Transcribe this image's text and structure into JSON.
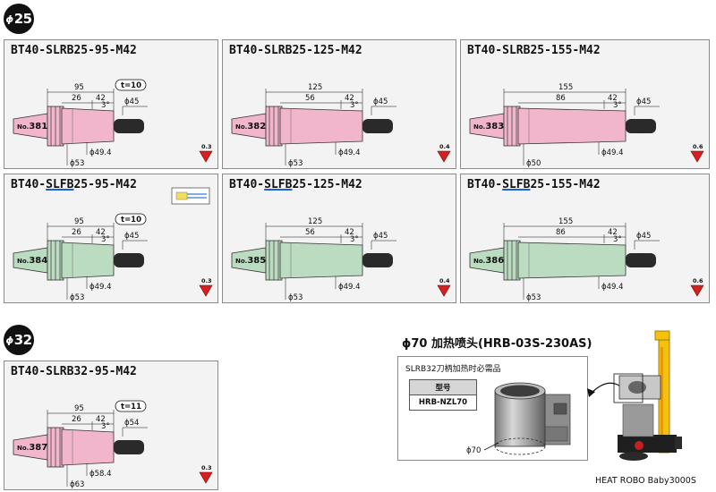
{
  "sections": [
    {
      "badge_symbol": "ϕ",
      "badge_value": "25"
    },
    {
      "badge_symbol": "ϕ",
      "badge_value": "32"
    }
  ],
  "holders": [
    {
      "title_pre": "BT40-SLRB25-95-M42",
      "title_ul": "",
      "title_post": "",
      "color": "pink",
      "no_prefix": "No.",
      "no_num": "381",
      "total": "95",
      "d1": "26",
      "d2": "42",
      "angle": "3°",
      "t": "t=10",
      "dia_a": "ϕ53",
      "dia_b": "ϕ49.4",
      "dia_tip": "ϕ45",
      "rate": "0.3"
    },
    {
      "title_pre": "BT40-SLRB25-125-M42",
      "title_ul": "",
      "title_post": "",
      "color": "pink",
      "no_prefix": "No.",
      "no_num": "382",
      "total": "125",
      "d1": "56",
      "d2": "42",
      "angle": "3°",
      "t": "",
      "dia_a": "ϕ53",
      "dia_b": "ϕ49.4",
      "dia_tip": "ϕ45",
      "rate": "0.4"
    },
    {
      "title_pre": "BT40-SLRB25-155-M42",
      "title_ul": "",
      "title_post": "",
      "color": "pink",
      "no_prefix": "No.",
      "no_num": "383",
      "total": "155",
      "d1": "86",
      "d2": "42",
      "angle": "3°",
      "t": "",
      "dia_a": "ϕ50",
      "dia_b": "ϕ49.4",
      "dia_tip": "ϕ45",
      "rate": "0.6"
    },
    {
      "title_pre": "BT40-",
      "title_ul": "SLFB",
      "title_post": "25-95-M42",
      "color": "green",
      "no_prefix": "No.",
      "no_num": "384",
      "total": "95",
      "d1": "26",
      "d2": "42",
      "angle": "3°",
      "t": "t=10",
      "dia_a": "ϕ53",
      "dia_b": "ϕ49.4",
      "dia_tip": "ϕ45",
      "rate": "0.3"
    },
    {
      "title_pre": "BT40-",
      "title_ul": "SLFB",
      "title_post": "25-125-M42",
      "color": "green",
      "no_prefix": "No.",
      "no_num": "385",
      "total": "125",
      "d1": "56",
      "d2": "42",
      "angle": "3°",
      "t": "",
      "dia_a": "ϕ53",
      "dia_b": "ϕ49.4",
      "dia_tip": "ϕ45",
      "rate": "0.4"
    },
    {
      "title_pre": "BT40-",
      "title_ul": "SLFB",
      "title_post": "25-155-M42",
      "color": "green",
      "no_prefix": "No.",
      "no_num": "386",
      "total": "155",
      "d1": "86",
      "d2": "42",
      "angle": "3°",
      "t": "",
      "dia_a": "ϕ53",
      "dia_b": "ϕ49.4",
      "dia_tip": "ϕ45",
      "rate": "0.6"
    },
    {
      "title_pre": "BT40-SLRB32-95-M42",
      "title_ul": "",
      "title_post": "",
      "color": "pink",
      "no_prefix": "No.",
      "no_num": "387",
      "total": "95",
      "d1": "26",
      "d2": "42",
      "angle": "3°",
      "t": "t=11",
      "dia_a": "ϕ63",
      "dia_b": "ϕ58.4",
      "dia_tip": "ϕ54",
      "rate": "0.3"
    }
  ],
  "colors": {
    "pink": "#f2b6cc",
    "green": "#bcdcc2",
    "arrow": "#d42020"
  },
  "nozzle": {
    "title": "ϕ70 加热喷头(HRB-03S-230AS)",
    "caption": "SLRB32刀柄加热时必需品",
    "table_header": "型号",
    "table_value": "HRB-NZL70",
    "dia_label": "ϕ70",
    "robot_label": "HEAT ROBO Baby3000S"
  }
}
